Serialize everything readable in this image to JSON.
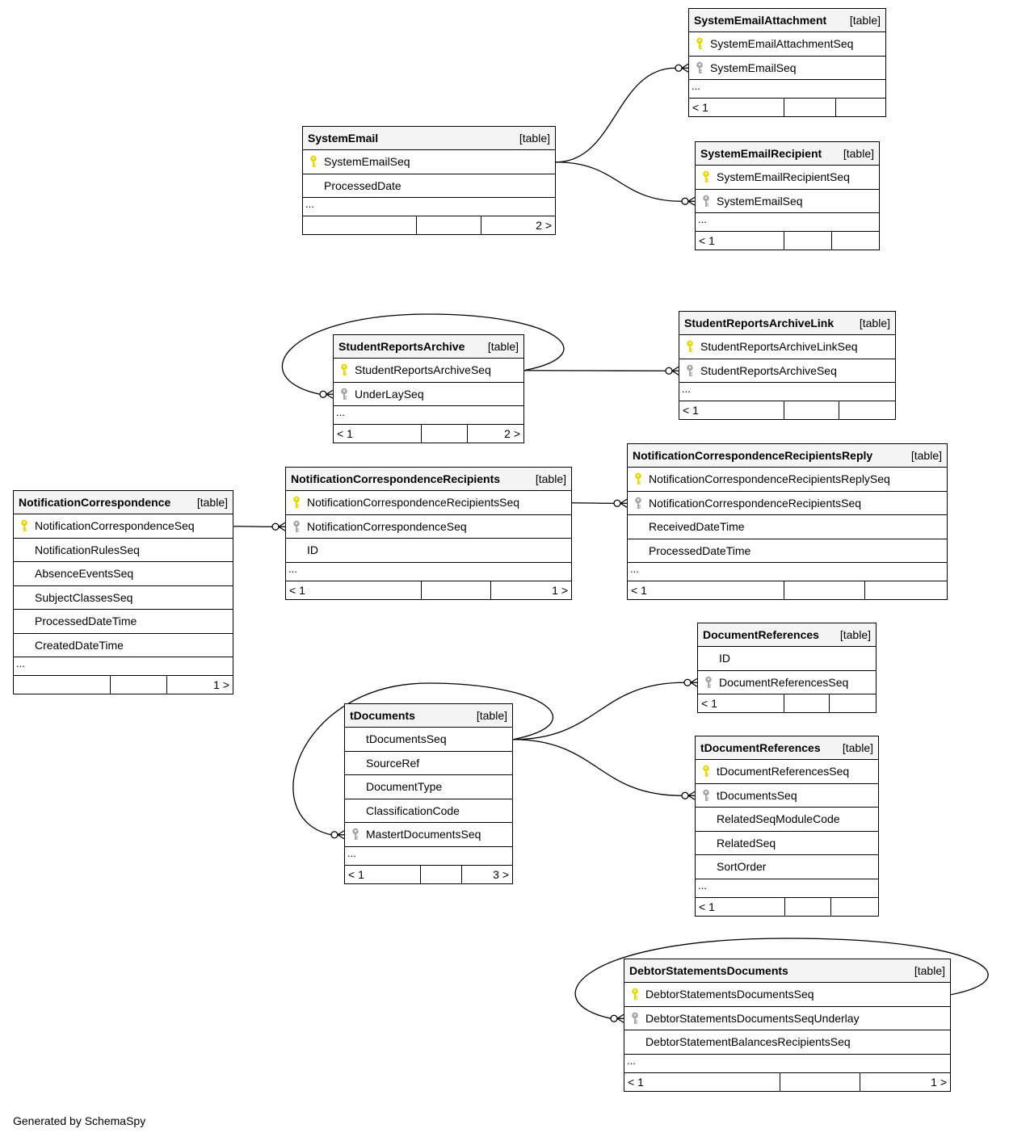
{
  "tables": [
    {
      "id": "SystemEmailAttachment",
      "name": "SystemEmailAttachment",
      "type": "[table]",
      "columns": [
        {
          "name": "SystemEmailAttachmentSeq",
          "key": "pk"
        },
        {
          "name": "SystemEmailSeq",
          "key": "fk"
        }
      ],
      "ellipsis": "...",
      "footer": [
        "< 1",
        "",
        ""
      ]
    },
    {
      "id": "SystemEmail",
      "name": "SystemEmail",
      "type": "[table]",
      "columns": [
        {
          "name": "SystemEmailSeq",
          "key": "pk"
        },
        {
          "name": "ProcessedDate",
          "key": ""
        }
      ],
      "ellipsis": "...",
      "footer": [
        "",
        "",
        "2 >"
      ]
    },
    {
      "id": "SystemEmailRecipient",
      "name": "SystemEmailRecipient",
      "type": "[table]",
      "columns": [
        {
          "name": "SystemEmailRecipientSeq",
          "key": "pk"
        },
        {
          "name": "SystemEmailSeq",
          "key": "fk"
        }
      ],
      "ellipsis": "...",
      "footer": [
        "< 1",
        "",
        ""
      ]
    },
    {
      "id": "StudentReportsArchiveLink",
      "name": "StudentReportsArchiveLink",
      "type": "[table]",
      "columns": [
        {
          "name": "StudentReportsArchiveLinkSeq",
          "key": "pk"
        },
        {
          "name": "StudentReportsArchiveSeq",
          "key": "fk"
        }
      ],
      "ellipsis": "...",
      "footer": [
        "< 1",
        "",
        ""
      ]
    },
    {
      "id": "StudentReportsArchive",
      "name": "StudentReportsArchive",
      "type": "[table]",
      "columns": [
        {
          "name": "StudentReportsArchiveSeq",
          "key": "pk"
        },
        {
          "name": "UnderLaySeq",
          "key": "fk"
        }
      ],
      "ellipsis": "...",
      "footer": [
        "< 1",
        "",
        "2 >"
      ]
    },
    {
      "id": "NotificationCorrespondenceRecipientsReply",
      "name": "NotificationCorrespondenceRecipientsReply",
      "type": "[table]",
      "columns": [
        {
          "name": "NotificationCorrespondenceRecipientsReplySeq",
          "key": "pk"
        },
        {
          "name": "NotificationCorrespondenceRecipientsSeq",
          "key": "fk"
        },
        {
          "name": "ReceivedDateTime",
          "key": ""
        },
        {
          "name": "ProcessedDateTime",
          "key": ""
        }
      ],
      "ellipsis": "...",
      "footer": [
        "< 1",
        "",
        ""
      ]
    },
    {
      "id": "NotificationCorrespondenceRecipients",
      "name": "NotificationCorrespondenceRecipients",
      "type": "[table]",
      "columns": [
        {
          "name": "NotificationCorrespondenceRecipientsSeq",
          "key": "pk"
        },
        {
          "name": "NotificationCorrespondenceSeq",
          "key": "fk"
        },
        {
          "name": "ID",
          "key": ""
        }
      ],
      "ellipsis": "...",
      "footer": [
        "< 1",
        "",
        "1 >"
      ]
    },
    {
      "id": "NotificationCorrespondence",
      "name": "NotificationCorrespondence",
      "type": "[table]",
      "columns": [
        {
          "name": "NotificationCorrespondenceSeq",
          "key": "pk"
        },
        {
          "name": "NotificationRulesSeq",
          "key": ""
        },
        {
          "name": "AbsenceEventsSeq",
          "key": ""
        },
        {
          "name": "SubjectClassesSeq",
          "key": ""
        },
        {
          "name": "ProcessedDateTime",
          "key": ""
        },
        {
          "name": "CreatedDateTime",
          "key": ""
        }
      ],
      "ellipsis": "...",
      "footer": [
        "",
        "",
        "1 >"
      ]
    },
    {
      "id": "DocumentReferences",
      "name": "DocumentReferences",
      "type": "[table]",
      "columns": [
        {
          "name": "ID",
          "key": ""
        },
        {
          "name": "DocumentReferencesSeq",
          "key": "fk"
        }
      ],
      "ellipsis": "",
      "footer": [
        "< 1",
        "",
        ""
      ]
    },
    {
      "id": "tDocuments",
      "name": "tDocuments",
      "type": "[table]",
      "columns": [
        {
          "name": "tDocumentsSeq",
          "key": ""
        },
        {
          "name": "SourceRef",
          "key": ""
        },
        {
          "name": "DocumentType",
          "key": ""
        },
        {
          "name": "ClassificationCode",
          "key": ""
        },
        {
          "name": "MastertDocumentsSeq",
          "key": "fk"
        }
      ],
      "ellipsis": "...",
      "footer": [
        "< 1",
        "",
        "3 >"
      ]
    },
    {
      "id": "tDocumentReferences",
      "name": "tDocumentReferences",
      "type": "[table]",
      "columns": [
        {
          "name": "tDocumentReferencesSeq",
          "key": "pk"
        },
        {
          "name": "tDocumentsSeq",
          "key": "fk"
        },
        {
          "name": "RelatedSeqModuleCode",
          "key": ""
        },
        {
          "name": "RelatedSeq",
          "key": ""
        },
        {
          "name": "SortOrder",
          "key": ""
        }
      ],
      "ellipsis": "...",
      "footer": [
        "< 1",
        "",
        ""
      ]
    },
    {
      "id": "DebtorStatementsDocuments",
      "name": "DebtorStatementsDocuments",
      "type": "[table]",
      "columns": [
        {
          "name": "DebtorStatementsDocumentsSeq",
          "key": "pk"
        },
        {
          "name": "DebtorStatementsDocumentsSeqUnderlay",
          "key": "fk"
        },
        {
          "name": "DebtorStatementBalancesRecipientsSeq",
          "key": ""
        }
      ],
      "ellipsis": "...",
      "footer": [
        "< 1",
        "",
        "1 >"
      ]
    }
  ],
  "relationships": [
    {
      "from": "SystemEmail",
      "to": "SystemEmailAttachment"
    },
    {
      "from": "SystemEmail",
      "to": "SystemEmailRecipient"
    },
    {
      "from": "StudentReportsArchive",
      "to": "StudentReportsArchive"
    },
    {
      "from": "StudentReportsArchive",
      "to": "StudentReportsArchiveLink"
    },
    {
      "from": "NotificationCorrespondence",
      "to": "NotificationCorrespondenceRecipients"
    },
    {
      "from": "NotificationCorrespondenceRecipients",
      "to": "NotificationCorrespondenceRecipientsReply"
    },
    {
      "from": "tDocuments",
      "to": "DocumentReferences"
    },
    {
      "from": "tDocuments",
      "to": "tDocumentReferences"
    },
    {
      "from": "tDocuments",
      "to": "tDocuments"
    },
    {
      "from": "DebtorStatementsDocuments",
      "to": "DebtorStatementsDocuments"
    }
  ],
  "footer_text": "Generated by SchemaSpy",
  "colors": {
    "pk_key": "#e8d800",
    "fk_key": "#a8a8a8",
    "header_bg": "#f4f4f4"
  },
  "icons": {
    "pk": "primary-key-icon",
    "fk": "foreign-key-icon"
  }
}
